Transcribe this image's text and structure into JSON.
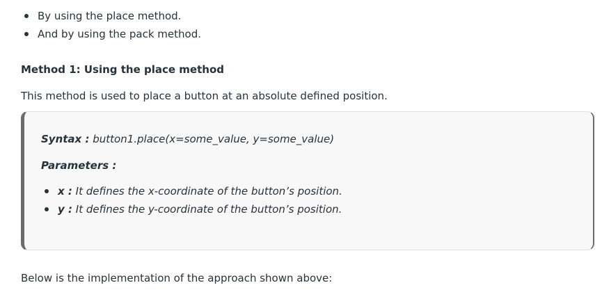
{
  "bullets": [
    "By using the place method.",
    "And by using the pack method."
  ],
  "method_heading": "Method 1: Using the place method",
  "intro": "This method is used to place a button at an absolute defined position.",
  "syntax_box": {
    "syntax_label": "Syntax :",
    "syntax_code": " button1.place(x=some_value, y=some_value)",
    "parameters_label": "Parameters :",
    "params": [
      {
        "name": "x :",
        "desc": " It defines the x-coordinate of the button’s position."
      },
      {
        "name": "y :",
        "desc": " It defines the y-coordinate of the button’s position."
      }
    ]
  },
  "after_text": "Below is the implementation of the approach shown above:"
}
